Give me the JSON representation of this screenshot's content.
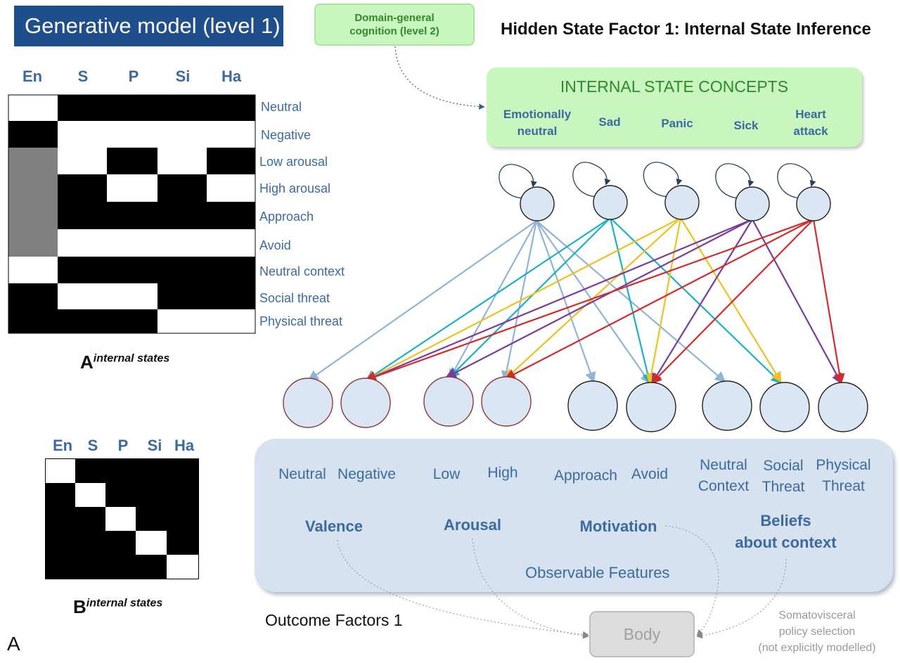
{
  "title": "Generative model (level 1)",
  "domain_general": "Domain-general cognition (level 2)",
  "hidden_state_title": "Hidden State Factor 1: Internal State Inference",
  "matrix_a": {
    "columns": [
      "En",
      "S",
      "P",
      "Si",
      "Ha"
    ],
    "rows": [
      "Neutral",
      "Negative",
      "Low arousal",
      "High arousal",
      "Approach",
      "Avoid",
      "Neutral context",
      "Social threat",
      "Physical threat"
    ],
    "caption_main": "A",
    "caption_sup": "internal states"
  },
  "matrix_b": {
    "columns": [
      "En",
      "S",
      "P",
      "Si",
      "Ha"
    ],
    "caption_main": "B",
    "caption_sup": "internal states"
  },
  "concepts": {
    "title": "INTERNAL STATE CONCEPTS",
    "items": [
      {
        "line1": "Emotionally",
        "line2": "neutral"
      },
      {
        "line1": "Sad",
        "line2": ""
      },
      {
        "line1": "Panic",
        "line2": ""
      },
      {
        "line1": "Sick",
        "line2": ""
      },
      {
        "line1": "Heart",
        "line2": "attack"
      }
    ]
  },
  "observations": {
    "labels": [
      {
        "line1": "Neutral",
        "line2": ""
      },
      {
        "line1": "Negative",
        "line2": ""
      },
      {
        "line1": "Low",
        "line2": ""
      },
      {
        "line1": "High",
        "line2": ""
      },
      {
        "line1": "Approach",
        "line2": ""
      },
      {
        "line1": "Avoid",
        "line2": ""
      },
      {
        "line1": "Neutral",
        "line2": "Context"
      },
      {
        "line1": "Social",
        "line2": "Threat"
      },
      {
        "line1": "Physical",
        "line2": "Threat"
      }
    ],
    "groups": [
      {
        "line1": "Valence",
        "line2": ""
      },
      {
        "line1": "Arousal",
        "line2": ""
      },
      {
        "line1": "Motivation",
        "line2": ""
      },
      {
        "line1": "Beliefs",
        "line2": "about context"
      }
    ],
    "features_label": "Observable Features"
  },
  "outcome_label": "Outcome Factors 1",
  "panel_letter": "A",
  "body_label": "Body",
  "somatovisceral": {
    "line1": "Somatovisceral",
    "line2": "policy selection",
    "line3": "(not explicitly modelled)"
  },
  "colors": {
    "title_bg": "#1f4e8c",
    "concept_green": "#c9f5bf",
    "panel_blue": "#d7e2f0",
    "neutral_edge": "#8fb4d8",
    "sad_edge": "#1ab0c8",
    "panic_edge": "#f0c020",
    "sick_edge": "#7a3aa0",
    "heart_edge": "#d42a2a"
  }
}
